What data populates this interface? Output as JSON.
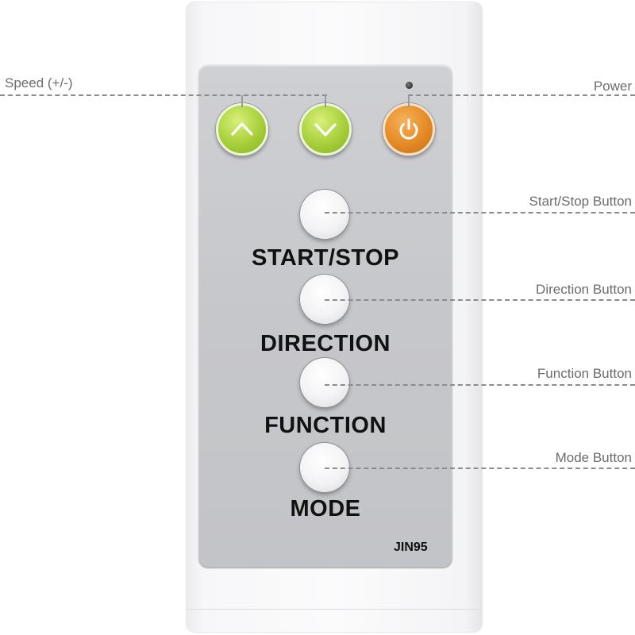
{
  "remote": {
    "buttons": {
      "speed_up_icon": "chevron-up-icon",
      "speed_down_icon": "chevron-down-icon",
      "power_icon": "power-icon",
      "start_stop_label": "START/STOP",
      "direction_label": "DIRECTION",
      "function_label": "FUNCTION",
      "mode_label": "MODE"
    },
    "model": "JIN95",
    "colors": {
      "speed_buttons": "#a7cf3a",
      "power_button": "#e48b26",
      "panel": "#c6c7ca"
    }
  },
  "callouts": {
    "speed": "Speed (+/-)",
    "power": "Power",
    "start_stop": "Start/Stop Button",
    "direction": "Direction  Button",
    "function": "Function Button",
    "mode": "Mode Button"
  }
}
